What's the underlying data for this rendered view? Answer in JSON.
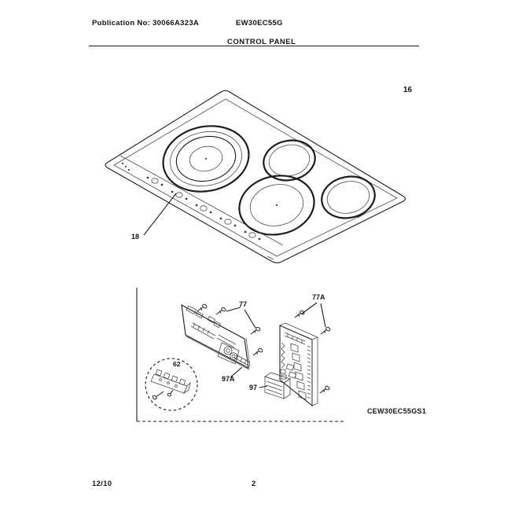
{
  "header": {
    "publication": "Publication No: 30066A323A",
    "model": "EW30EC55G",
    "title": "CONTROL PANEL"
  },
  "callouts": {
    "cooktop_item": "16",
    "control_panel_item": "18",
    "screws_left_board": "77",
    "screws_right_board": "77A",
    "relay_board_item": "97",
    "control_board_item": "97A",
    "terminal_block_item": "62"
  },
  "diagram_code": "CEW30EC55GS1",
  "footer": {
    "date_code": "12/10",
    "page_number": "2"
  }
}
